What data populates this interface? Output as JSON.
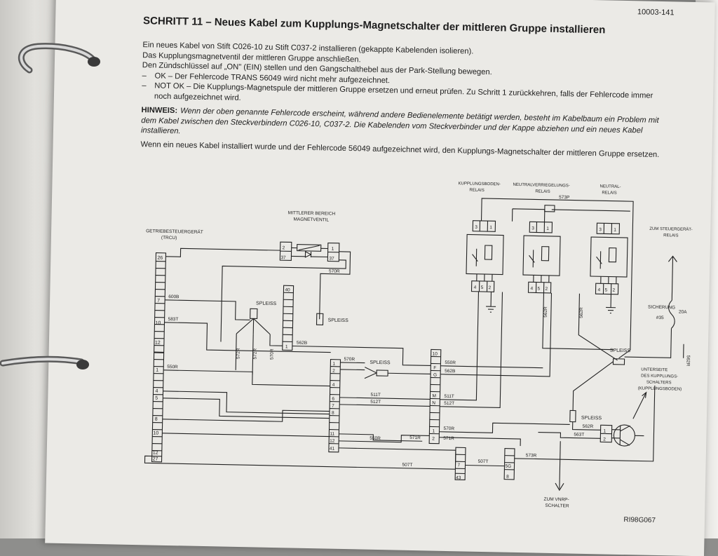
{
  "doc_number": "10003-141",
  "step": {
    "title": "SCHRITT  11 – Neues Kabel zum Kupplungs-Magnetschalter der mittleren Gruppe installieren",
    "lines": [
      "Ein neues Kabel von Stift C026-10 zu Stift C037-2 installieren (gekappte Kabelenden isolieren).",
      "Das Kupplungsmagnetventil der mittleren Gruppe anschließen.",
      "Den Zündschlüssel auf „ON\" (EIN) stellen und den Gangschalthebel aus der Park-Stellung bewegen."
    ],
    "results": [
      {
        "dash": "–",
        "text": "OK – Der Fehlercode TRANS 56049 wird nicht mehr aufgezeichnet."
      },
      {
        "dash": "–",
        "text": "NOT OK – Die Kupplungs-Magnetspule der mittleren Gruppe ersetzen und erneut prüfen. Zu Schritt 1 zurückkehren, falls der Fehlercode immer noch aufgezeichnet wird."
      }
    ],
    "note_label": "HINWEIS:",
    "note_text": "Wenn der oben genannte Fehlercode erscheint, während andere Bedienelemente betätigt werden, besteht im Kabelbaum ein Problem mit dem Kabel zwischen den Steckverbindern C026-10, C037-2. Die Kabelenden vom Steckverbinder und der Kappe abziehen und ein neues Kabel installieren.",
    "closing": "Wenn ein neues Kabel installiert wurde und der Fehlercode 56049 aufgezeichnet wird, den Kupplungs-Magnetschalter der mittleren Gruppe ersetzen."
  },
  "diagram": {
    "labels": {
      "trcu_1": "GETRIEBESTEUERGERÄT",
      "trcu_2": "(TRCU)",
      "valve_1": "MITTLERER BEREICH",
      "valve_2": "MAGNETVENTIL",
      "splice": "SPLEISS",
      "relay_clutch_1": "KUPPLUNGSBODEN-",
      "relay_clutch_2": "RELAIS",
      "relay_lock_1": "NEUTRALVERRIEGELUNGS-",
      "relay_lock_2": "RELAIS",
      "relay_neutral_1": "NEUTRAL-",
      "relay_neutral_2": "RELAIS",
      "to_ecu_1": "ZUM STEUERGERÄT-",
      "to_ecu_2": "RELAIS",
      "fuse_1": "SICHERUNG",
      "fuse_2": "#35",
      "fuse_amp": "20A",
      "switch_1": "UNTERSEITE",
      "switch_2": "DES KUPPLUNGS-",
      "switch_3": "SCHALTERS",
      "switch_4": "(KUPPLUNGSBODEN)",
      "vnrp_1": "ZUM VNRP-",
      "vnrp_2": "SCHALTER"
    },
    "wires": {
      "w573P": "573P",
      "w600B": "600B",
      "w583T": "583T",
      "w570R": "570R",
      "w562B": "562B",
      "w572R": "572R",
      "w550R": "550R",
      "w511T": "511T",
      "w512T": "512T",
      "w571R": "571R",
      "w507T": "507T",
      "w573R": "573R",
      "w563T": "563T",
      "w562R": "562R"
    },
    "pins": {
      "trcu": [
        "26",
        "7",
        "10",
        "12",
        "1",
        "4",
        "5",
        "8",
        "10",
        "12",
        "27"
      ],
      "valve": [
        "2",
        "37",
        "1",
        "37"
      ],
      "c40": [
        "40",
        "1"
      ],
      "mid": [
        "1",
        "2",
        "4",
        "6",
        "7",
        "8",
        "11",
        "12",
        "41"
      ],
      "right": [
        "10",
        "F",
        "G",
        "M",
        "N",
        "1",
        "2"
      ],
      "relay_top": [
        "3",
        "1"
      ],
      "relay_bottom": [
        "4",
        "5",
        "2"
      ],
      "small_a": [
        "7",
        "43"
      ],
      "small_b": [
        "5G",
        "8"
      ],
      "switch": [
        "1",
        "2"
      ]
    },
    "figure_id": "RI98G067"
  }
}
